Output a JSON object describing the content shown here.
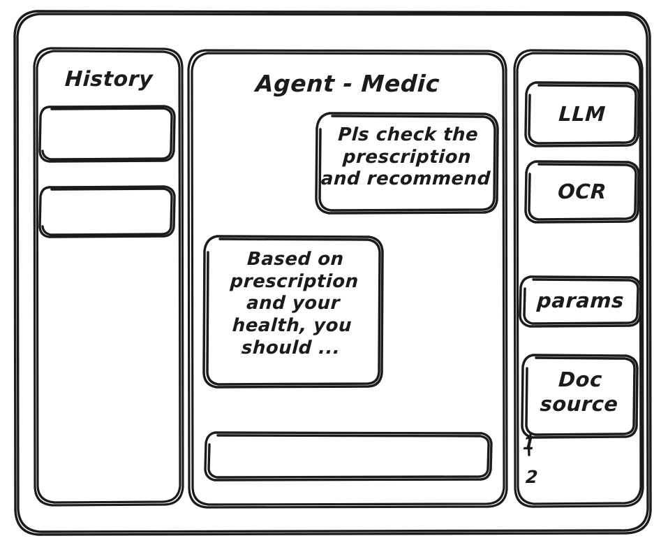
{
  "window": {
    "name": "agent-medic-wireframe"
  },
  "sidebar_left": {
    "title": "History",
    "items": [
      {
        "name": "history-item-1",
        "label": ""
      },
      {
        "name": "history-item-2",
        "label": ""
      }
    ]
  },
  "main": {
    "title": "Agent - Medic",
    "messages": [
      {
        "role": "user",
        "text": "Pls check the\nprescription\nand recommend"
      },
      {
        "role": "assistant",
        "text": "Based on\nprescription\nand your\nhealth, you\nshould ..."
      }
    ],
    "composer": {
      "value": "",
      "placeholder": ""
    }
  },
  "sidebar_right": {
    "tools": [
      {
        "name": "llm",
        "label": "LLM"
      },
      {
        "name": "ocr",
        "label": "OCR"
      }
    ],
    "params": {
      "label": "params"
    },
    "doc_source": {
      "label": "Doc\nsource"
    },
    "doc_list": [
      {
        "label": "1"
      },
      {
        "label": "2"
      }
    ]
  },
  "style": {
    "stroke": "#1b1b1b",
    "background": "#ffffff"
  }
}
